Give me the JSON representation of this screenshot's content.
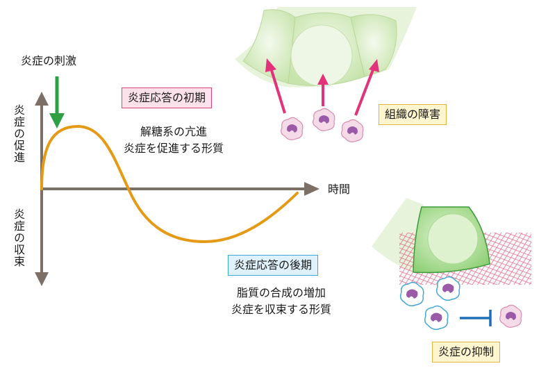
{
  "labels": {
    "stimulus": "炎症の刺激",
    "time_axis": "時間",
    "y_promote": "炎症の促進",
    "y_resolve": "炎症の収束"
  },
  "early_phase": {
    "title": "炎症応答の初期",
    "line1": "解糖系の亢進",
    "line2": "炎症を促進する形質"
  },
  "late_phase": {
    "title": "炎症応答の後期",
    "line1": "脂質の合成の増加",
    "line2": "炎症を収束する形質"
  },
  "tissue_damage": "組織の障害",
  "suppression": "炎症の抑制",
  "colors": {
    "curve": "#e59a16",
    "axis": "#7b6f66",
    "stimulus_arrow": "#2ea043",
    "migration_arrow": "#e2327a",
    "inhibit": "#1f6fb8",
    "tissue": "#cfe8b6",
    "tissue_dark": "#5cb84a"
  }
}
